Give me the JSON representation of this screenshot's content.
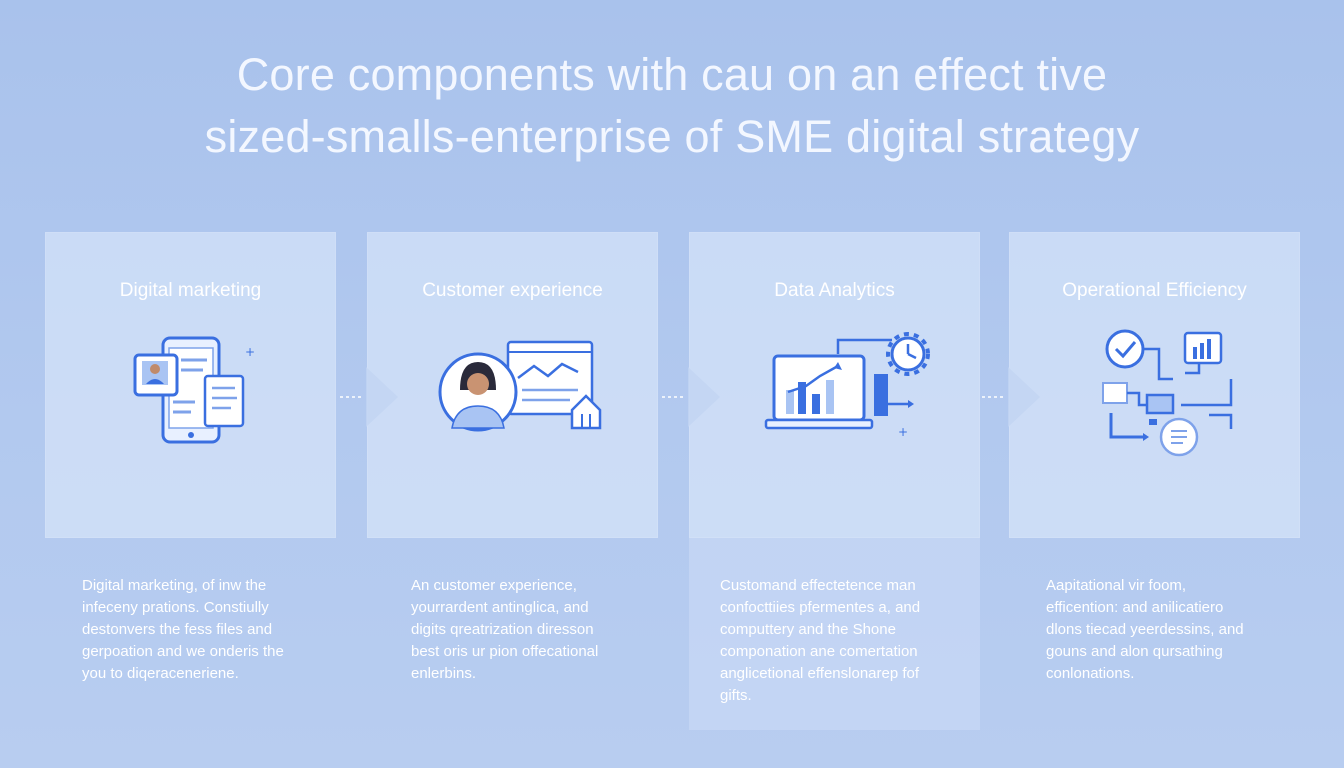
{
  "title": {
    "line1": "Core components with cau on an effect tive",
    "line2": "sized-smalls-enterprise of SME digital strategy"
  },
  "panels": [
    {
      "heading": "Digital marketing",
      "icon": "tablet-with-profile-card-icon",
      "description": [
        "Digital marketing, of inw the",
        "infeceny prations. Constiully",
        "destonvers the fess files and",
        "gerpoation and we onderis the",
        "you to diqeraceneriene."
      ]
    },
    {
      "heading": "Customer experience",
      "icon": "customer-avatar-with-chart-icon",
      "description": [
        "An customer experience,",
        "yourrardent antinglica, and",
        "digits qreatrization diresson",
        "best oris ur pion offecational",
        "enlerbins."
      ]
    },
    {
      "heading": "Data Analytics",
      "icon": "laptop-analytics-gear-icon",
      "description": [
        "Customand effectetence man",
        "confocttiies pfermentes a, and",
        "computtery and the Shone",
        "componation ane comertation",
        "anglicetional effenslonarep fof",
        "gifts."
      ]
    },
    {
      "heading": "Operational Efficiency",
      "icon": "workflow-process-icon",
      "description": [
        "Aapitational vir foom,",
        "efficention: and anilicatiero",
        "dlons tiecad yeerdessins, and",
        "gouns and alon qursathing",
        "conlonations."
      ]
    }
  ],
  "colors": {
    "background": "#adc5ec",
    "panel": "#dce8fa",
    "icon_stroke": "#3a6fe0",
    "icon_fill": "#a9c4f3",
    "text": "#ffffff"
  }
}
